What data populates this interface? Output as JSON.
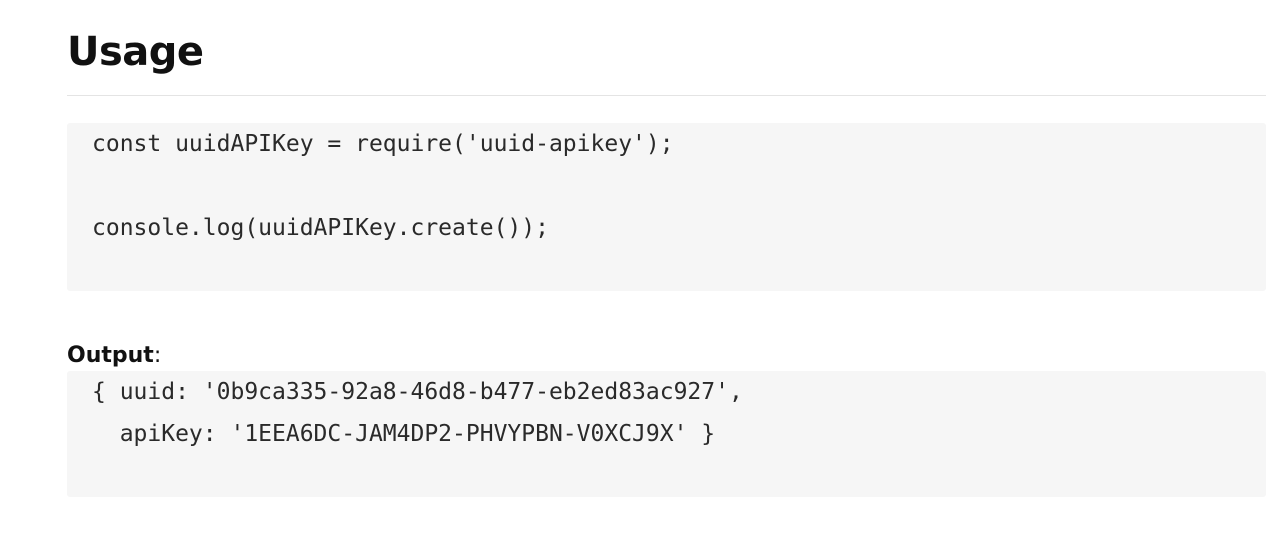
{
  "section": {
    "title": "Usage"
  },
  "usage_code": {
    "lines": [
      "const uuidAPIKey = require('uuid-apikey');",
      "",
      "console.log(uuidAPIKey.create());"
    ]
  },
  "output": {
    "label_bold": "Output",
    "label_suffix": ":",
    "lines": [
      "{ uuid: '0b9ca335-92a8-46d8-b477-eb2ed83ac927',",
      "  apiKey: '1EEA6DC-JAM4DP2-PHVYPBN-V0XCJ9X' }"
    ]
  }
}
